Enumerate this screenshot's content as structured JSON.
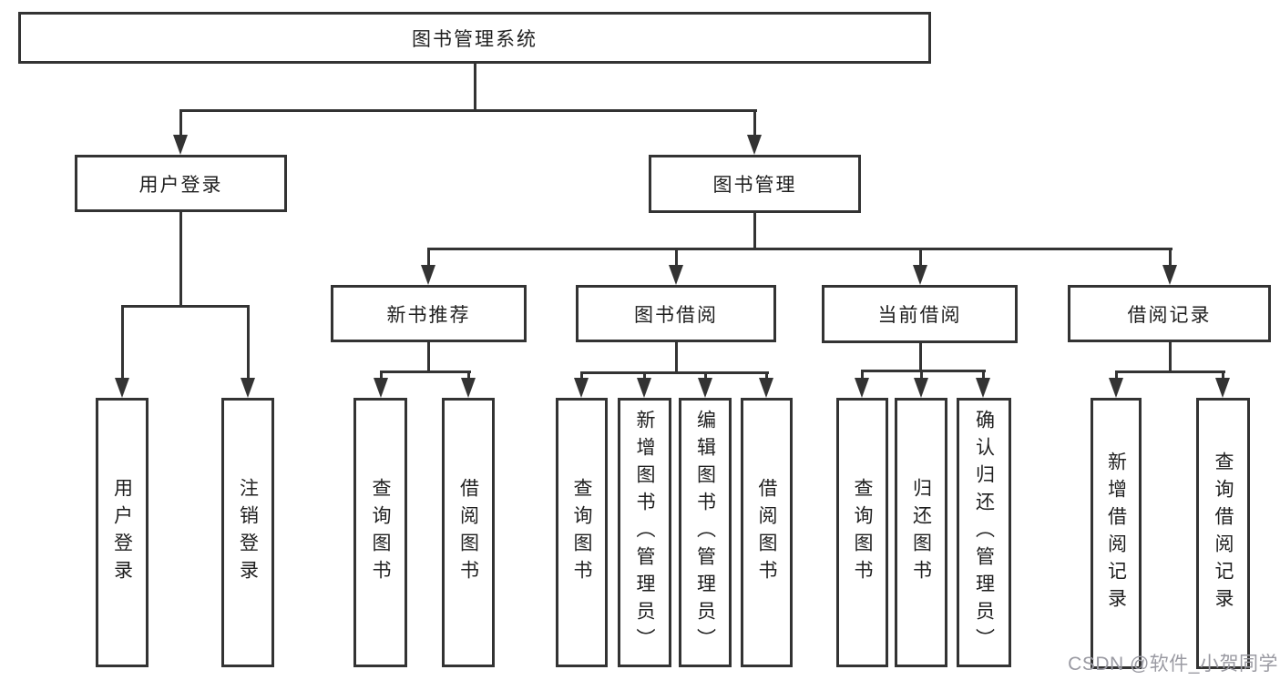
{
  "diagram": {
    "colors": {
      "line": "#333333",
      "text": "#1f1f1f",
      "bg": "#ffffff",
      "watermark": "#9a9aa2"
    },
    "root": {
      "label": "图书管理系统"
    },
    "branches": [
      {
        "label": "用户登录",
        "children": [
          "用户登录",
          "注销登录"
        ]
      },
      {
        "label": "图书管理",
        "children": [
          {
            "label": "新书推荐",
            "children": [
              "查询图书",
              "借阅图书"
            ]
          },
          {
            "label": "图书借阅",
            "children": [
              "查询图书",
              "新增图书（管理员）",
              "编辑图书（管理员）",
              "借阅图书"
            ]
          },
          {
            "label": "当前借阅",
            "children": [
              "查询图书",
              "归还图书",
              "确认归还（管理员）"
            ]
          },
          {
            "label": "借阅记录",
            "children": [
              "新增借阅记录",
              "查询借阅记录"
            ]
          }
        ]
      }
    ]
  },
  "watermark": {
    "text": "CSDN @软件_小贺同学"
  }
}
